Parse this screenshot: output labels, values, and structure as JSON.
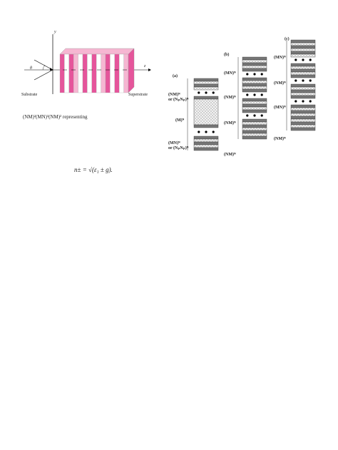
{
  "figure1": {
    "axis_y": "y",
    "axis_z": "z",
    "angle": "θ",
    "substrate_label": "Substrate",
    "superstrate_label": "Superstrate",
    "caption": "(NM)²(MN)³(NM)² representing",
    "colors": {
      "pink": "#e5559b",
      "light_pink": "#f6b6d2",
      "white": "#ffffff"
    }
  },
  "equation": "n± = √(ε₁ ± g).",
  "figure2": {
    "panel_a": {
      "label": "(a)",
      "labels": [
        "(NM)ᴺ",
        "or (NₚNₚ)ᴺ",
        "(M)ᴺ",
        "(MN)ᴺ",
        "or (NₚNₚ)ᴺ"
      ]
    },
    "panel_b": {
      "label": "(b)",
      "labels": [
        "(MN)ᴺ",
        "(NM)ᴺ",
        "(NM)ᴺ",
        "(NM)ᴺ"
      ]
    },
    "panel_c": {
      "label": "(c)",
      "labels": [
        "(MN)ᴺ",
        "(NM)ᴺ",
        "(MN)ᴺ",
        "(NM)ᴺ"
      ]
    }
  }
}
